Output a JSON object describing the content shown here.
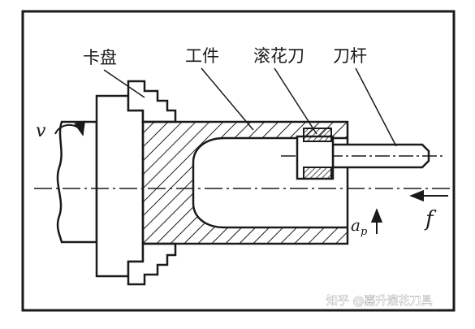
{
  "labels": {
    "chuck": "卡盘",
    "workpiece": "工件",
    "knurling_tool": "滚花刀",
    "tool_bar": "刀杆"
  },
  "symbols": {
    "cutting_speed": "v",
    "feed": "f",
    "depth_main": "a",
    "depth_sub": "p"
  },
  "watermark": "知乎 @嘉升滚花刀具"
}
